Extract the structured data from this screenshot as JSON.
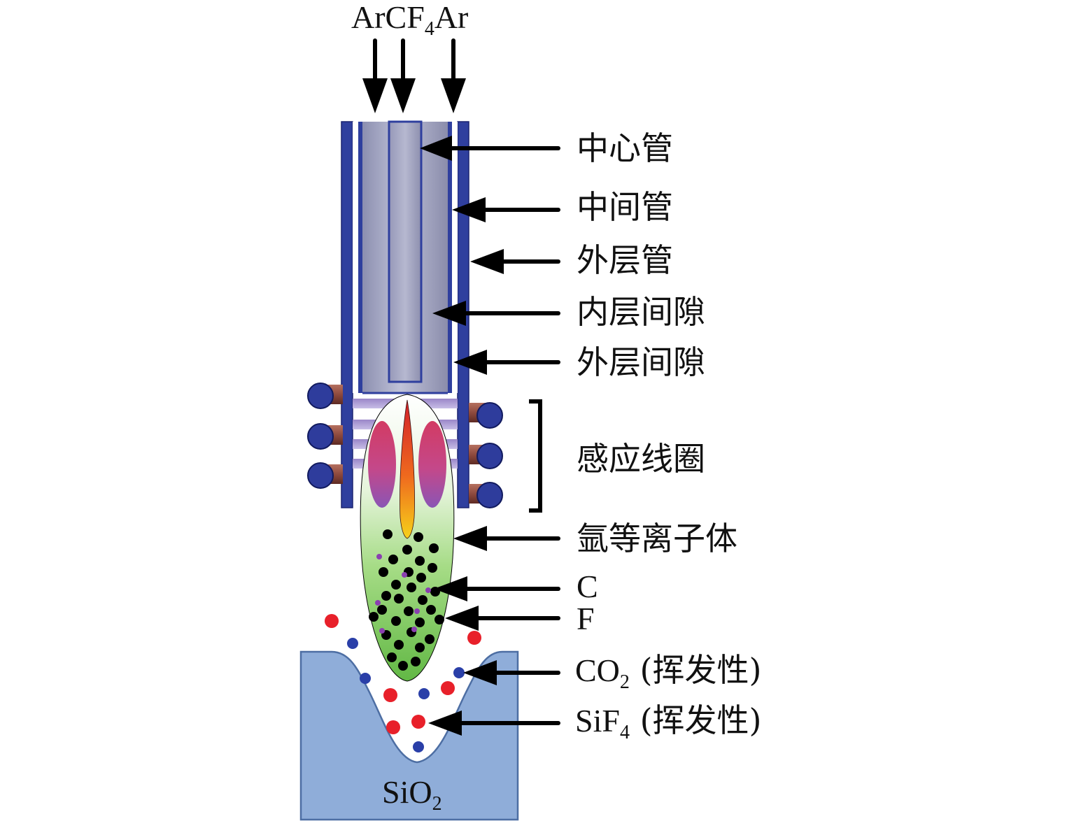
{
  "inlet": {
    "ar_left": "Ar",
    "cf": "CF",
    "cf_sub": "4",
    "ar_right": "Ar"
  },
  "labels": {
    "central_tube": "中心管",
    "middle_tube": "中间管",
    "outer_tube": "外层管",
    "inner_gap": "内层间隙",
    "outer_gap": "外层间隙",
    "induction_coil": "感应线圈",
    "argon_plasma": "氩等离子体",
    "c": "C",
    "f": "F",
    "co2_main": "CO",
    "co2_sub": "2",
    "co2_suffix": " (挥发性)",
    "sif4_main": "SiF",
    "sif4_sub": "4",
    "sif4_suffix": " (挥发性)",
    "sio2_main": "SiO",
    "sio2_sub": "2"
  },
  "colors": {
    "tube_blue": "#2f3f9e",
    "tube_gray": "#a3a6c4",
    "coil_copper": "#8a4a3e",
    "coil_end": "#2e3c9c",
    "plasma_green": "#8ecf6a",
    "substrate": "#8fadd9",
    "particle_red": "#e8202a",
    "particle_blue": "#2a3fa8",
    "particle_black": "#000000",
    "particle_purple": "#8a3fb0"
  }
}
